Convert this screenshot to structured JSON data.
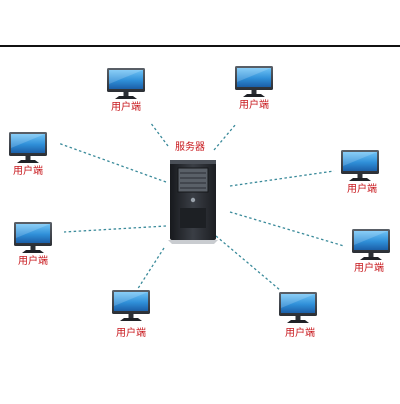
{
  "colors": {
    "label": "#c8191e",
    "connector": "#3a8a9a",
    "top_rule": "#111111",
    "monitor_frame": "#3a4048",
    "monitor_screen": "#2f8fd8",
    "server_body": "#2a2d33"
  },
  "server": {
    "label": "服务器",
    "icon": "server-tower-icon"
  },
  "clients": [
    {
      "id": "1",
      "label": "用户端",
      "icon": "monitor-icon"
    },
    {
      "id": "2",
      "label": "用户端",
      "icon": "monitor-icon"
    },
    {
      "id": "3",
      "label": "用户端",
      "icon": "monitor-icon"
    },
    {
      "id": "4",
      "label": "用户端",
      "icon": "monitor-icon"
    },
    {
      "id": "5",
      "label": "用户端",
      "icon": "monitor-icon"
    },
    {
      "id": "6",
      "label": "用户端",
      "icon": "monitor-icon"
    },
    {
      "id": "7",
      "label": "用户端",
      "icon": "monitor-icon"
    },
    {
      "id": "8",
      "label": "用户端",
      "icon": "monitor-icon"
    }
  ]
}
